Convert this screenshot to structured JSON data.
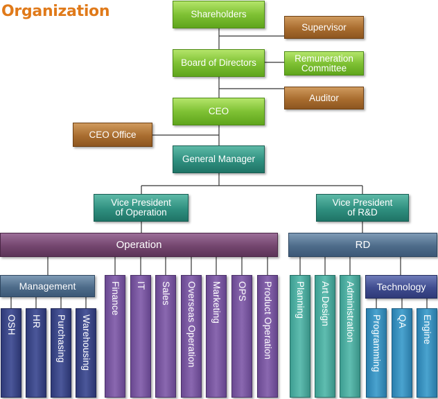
{
  "title": "Organization",
  "nodes": {
    "shareholders": "Shareholders",
    "supervisor": "Supervisor",
    "board": "Board of Directors",
    "remuneration": "Remuneration\nCommittee",
    "auditor": "Auditor",
    "ceo": "CEO",
    "ceo_office": "CEO Office",
    "general_manager": "General Manager",
    "vp_operation": "Vice President\nof Operation",
    "vp_rd": "Vice President\nof R&D",
    "operation": "Operation",
    "rd": "RD",
    "management": "Management",
    "technology": "Technology",
    "osh": "OSH",
    "hr": "HR",
    "purchasing": "Purchasing",
    "warehousing": "Warehousing",
    "finance": "Finance",
    "it": "IT",
    "sales": "Sales",
    "overseas_operation": "Overseas Operation",
    "marketing": "Marketing",
    "ops": "OPS",
    "product_operation": "Product Operation",
    "planning": "Planning",
    "art_design": "Art Design",
    "administration": "Administration",
    "programming": "Programming",
    "qa": "QA",
    "engine": "Engine"
  },
  "colors": {
    "title": "#e07a1a",
    "executive": "#7fc134",
    "oversight": "#a96d2f",
    "general_manager": "#2f8f7f",
    "operation": "#74466f",
    "rd": "#4e6c8a",
    "lines": "#333333"
  }
}
